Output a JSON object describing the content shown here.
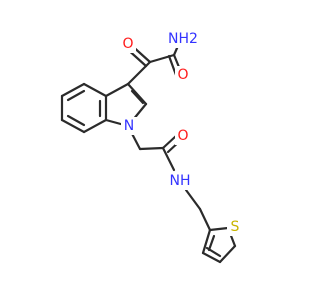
{
  "molecule": {
    "colors": {
      "bond": "#2b2b2b",
      "oxygen": "#ff1a1a",
      "nitrogen": "#3333ff",
      "sulfur": "#c8b400"
    },
    "atom_labels": {
      "amide_nh2": "NH2",
      "keto_oxygen": "O",
      "amide_oxygen_top": "O",
      "indole_nitrogen": "N",
      "amide_oxygen_mid": "O",
      "amide_nh": "NH",
      "thiophene_sulfur": "S"
    }
  }
}
